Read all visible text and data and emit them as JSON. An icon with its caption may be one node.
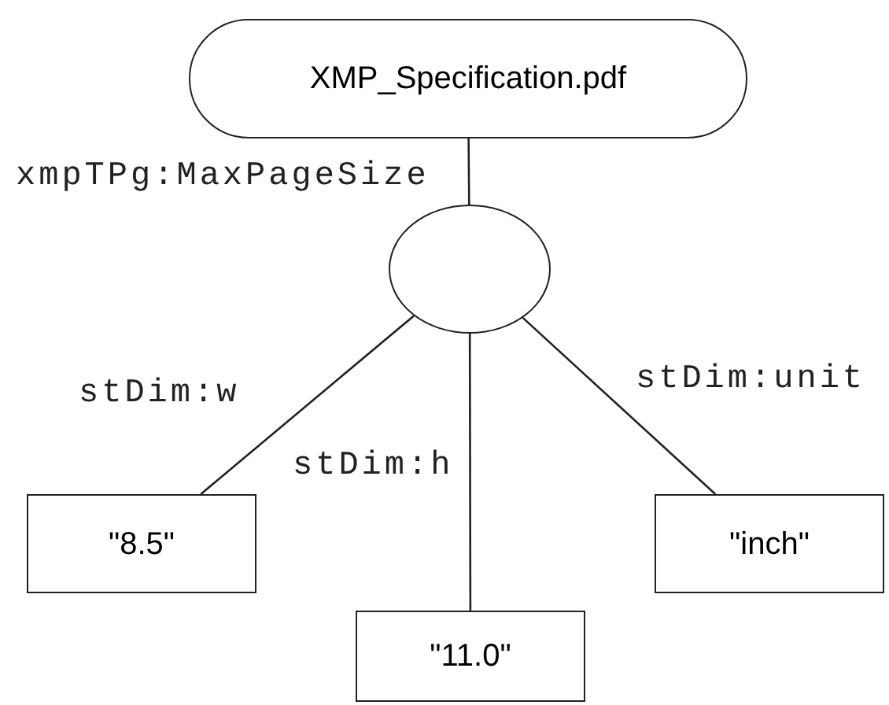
{
  "diagram": {
    "nodes": [
      {
        "text": [
          "XMP_Specification.pdf"
        ]
      },
      {
        "text": [],
        "shape": "circle"
      },
      {
        "text": [
          "\"8.5\""
        ]
      },
      {
        "text": [
          "\"11.0\""
        ]
      },
      {
        "text": [
          "\"inch\""
        ]
      }
    ],
    "edges": [
      {
        "from": 0,
        "to": 1,
        "arrow": "none",
        "label": "xmpTPg:MaxPageSize"
      },
      {
        "from": 1,
        "to": 2,
        "arrow": "none",
        "label": "stDim:w"
      },
      {
        "from": 1,
        "to": 3,
        "arrow": "none",
        "label": "stDim:h"
      },
      {
        "from": 1,
        "to": 4,
        "arrow": "none",
        "label": "stDim:unit"
      }
    ]
  }
}
